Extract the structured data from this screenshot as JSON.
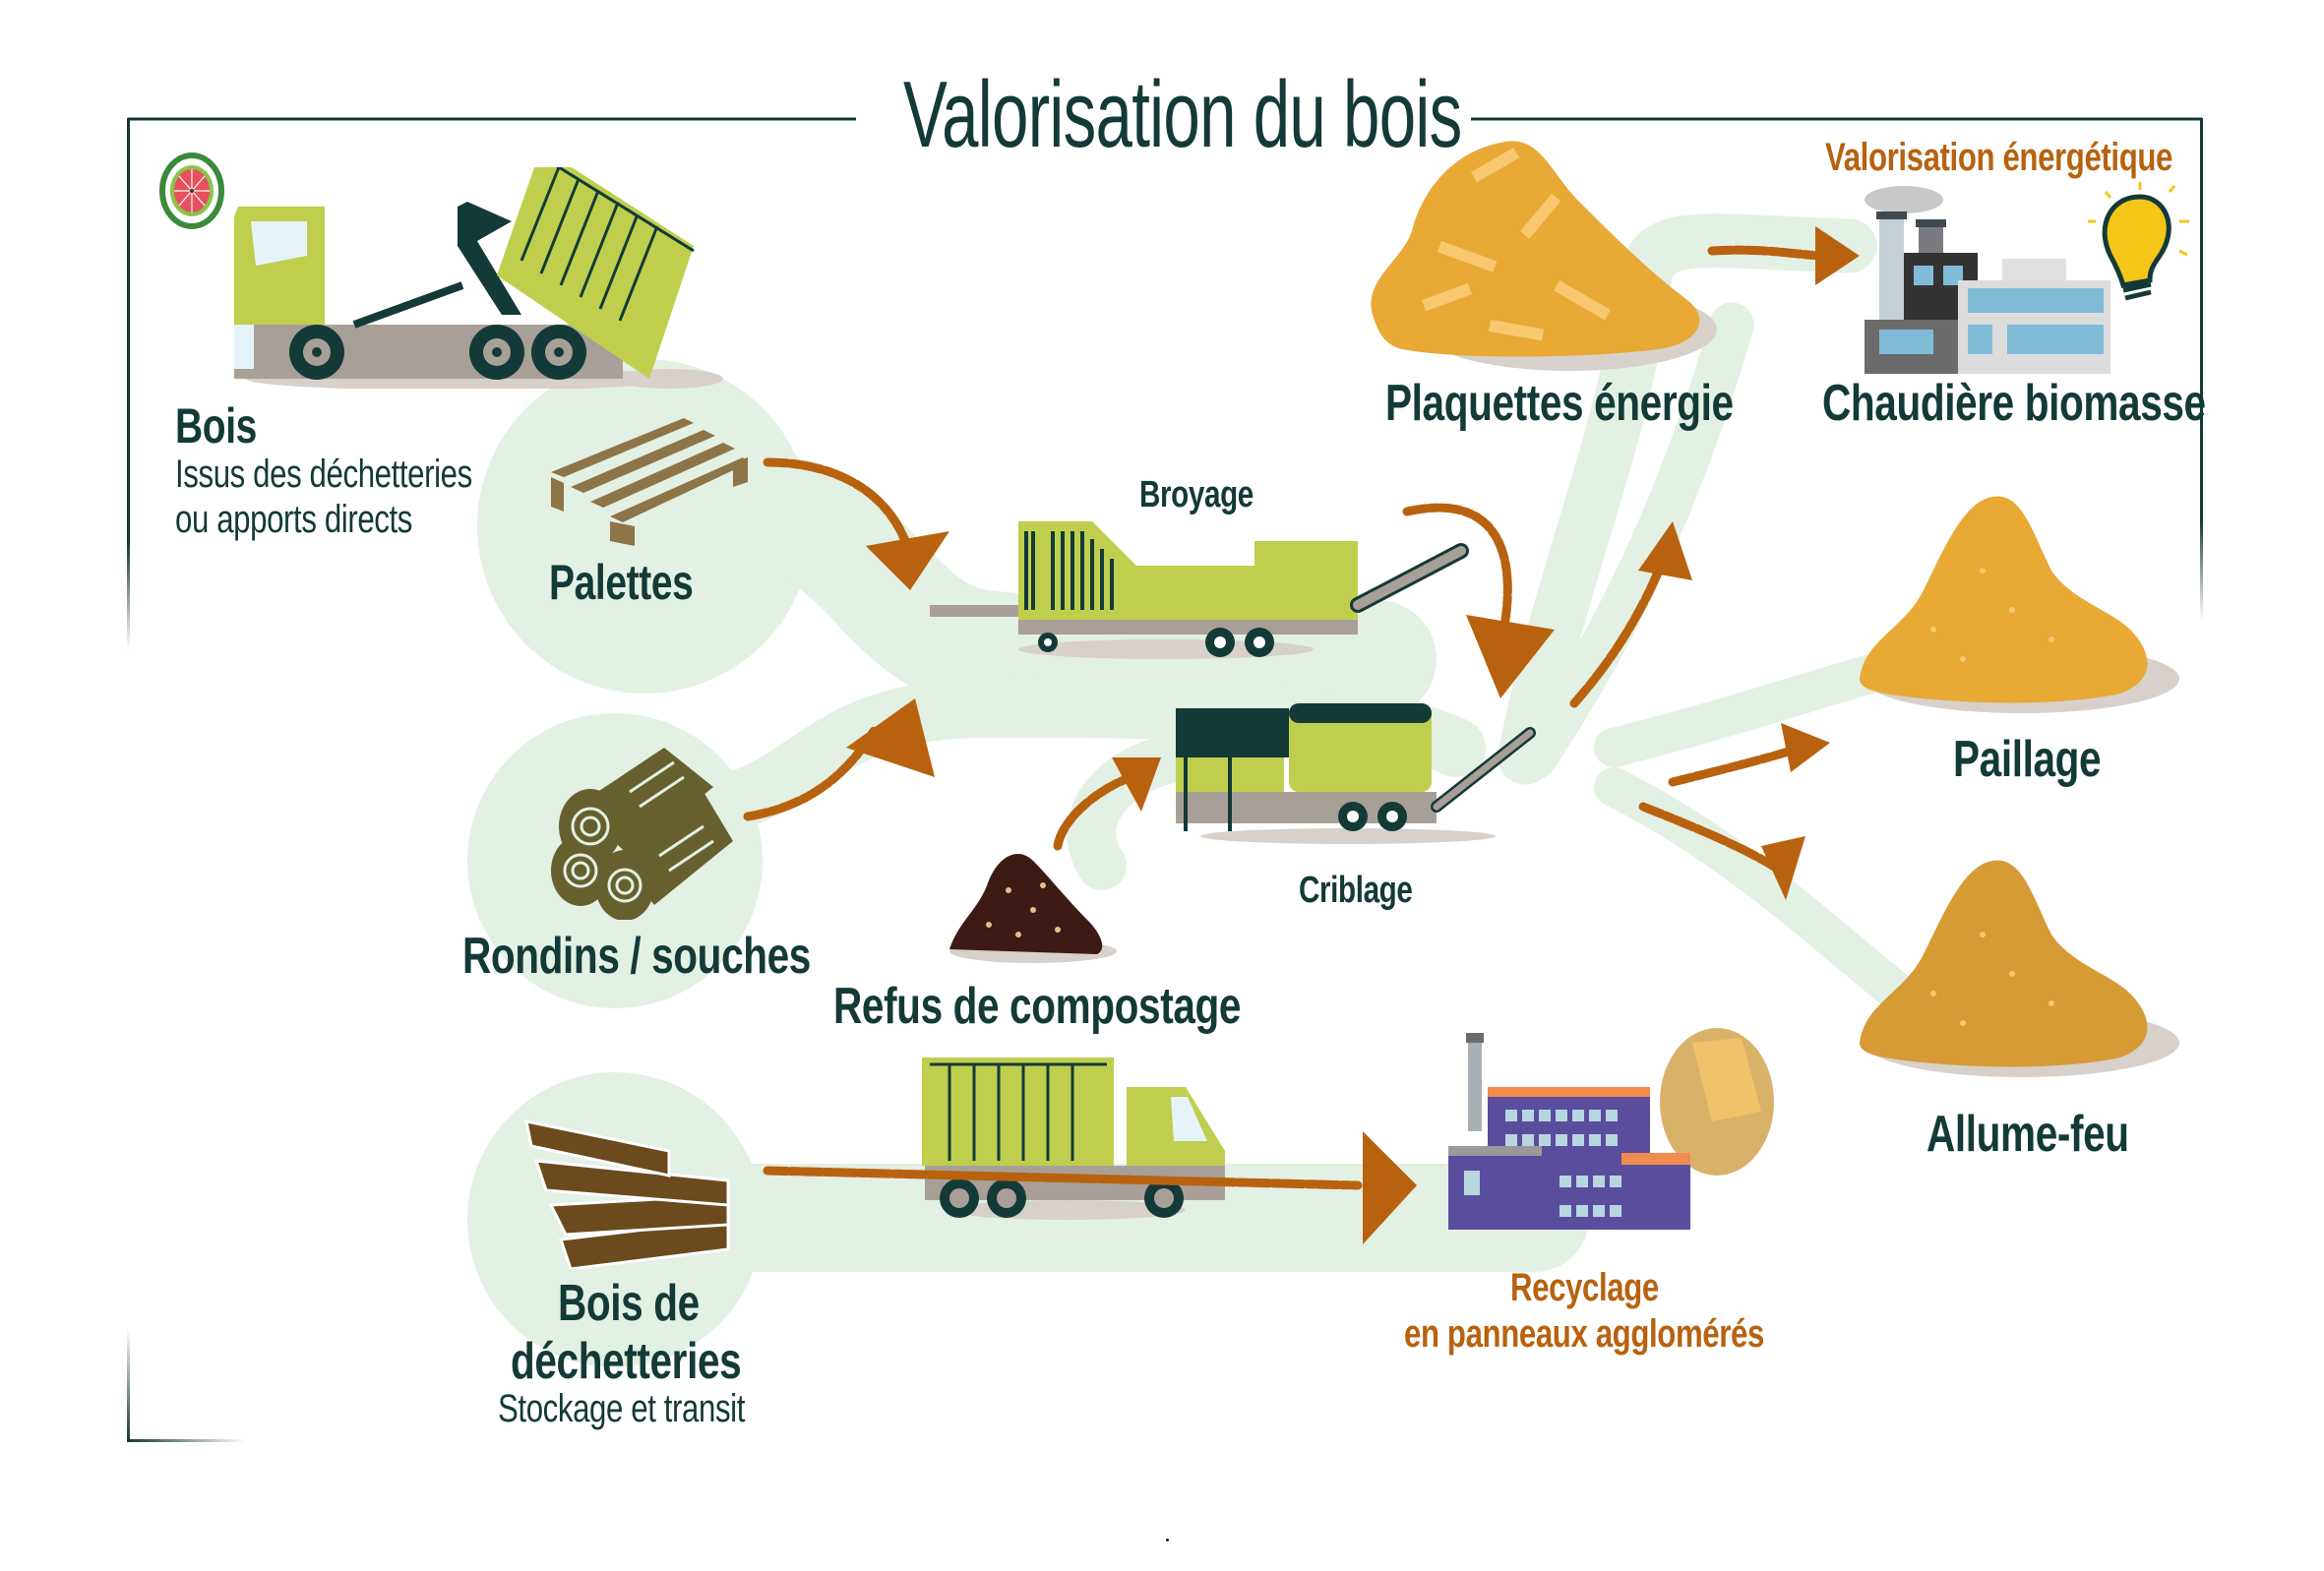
{
  "title": "Valorisation du bois",
  "logo_icon": "recycling-wheel-icon",
  "sources": {
    "bois": {
      "title": "Bois",
      "subtitle_line1": "Issus des déchetteries",
      "subtitle_line2": "ou apports directs"
    },
    "palettes": {
      "title": "Palettes"
    },
    "rondins": {
      "title": "Rondins / souches"
    },
    "refus": {
      "title": "Refus de compostage"
    },
    "bois_decheteries": {
      "title_line1": "Bois de",
      "title_line2": "déchetteries",
      "subtitle": "Stockage et transit"
    }
  },
  "processes": {
    "broyage": "Broyage",
    "criblage": "Criblage"
  },
  "outputs": {
    "plaquettes": "Plaquettes énergie",
    "chaudiere": "Chaudière biomasse",
    "valorisation_energetique": "Valorisation énergétique",
    "paillage": "Paillage",
    "allume_feu": "Allume-feu",
    "recyclage_line1": "Recyclage",
    "recyclage_line2": "en panneaux agglomérés"
  },
  "colors": {
    "dark_green": "#133a37",
    "lime": "#bfcf4d",
    "flow_mint": "#e3f0e4",
    "arrow_orange": "#b8620f",
    "pile_yellow": "#e8a935",
    "wood_brown": "#6b4a1e",
    "factory_purple": "#5b4d9e"
  }
}
